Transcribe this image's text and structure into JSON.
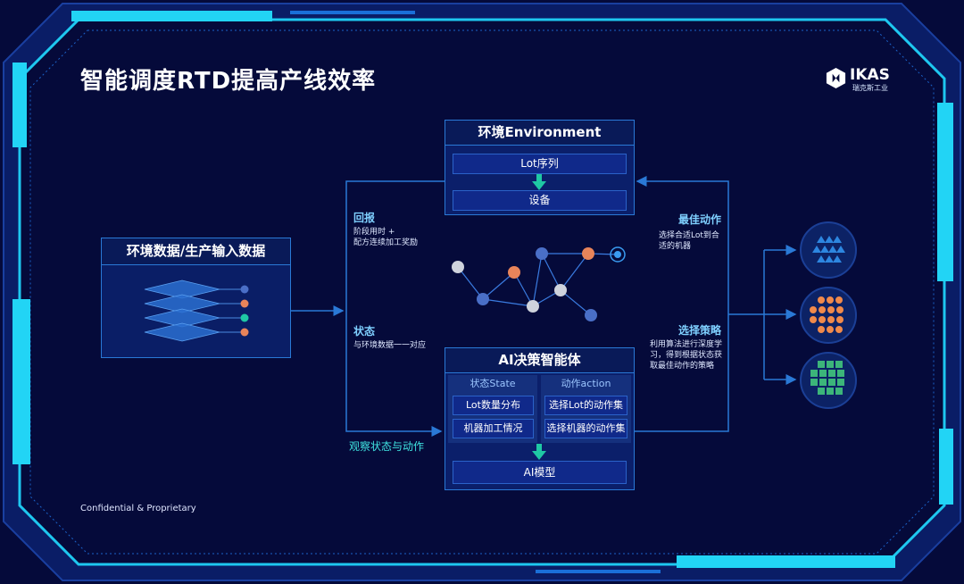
{
  "title": "智能调度RTD提高产线效率",
  "logo": {
    "name": "IKAS",
    "sub": "瑞克斯工业"
  },
  "footer": {
    "confidential": "Confidential & Proprietary"
  },
  "environment": {
    "title": "环境Environment",
    "lot_sequence": "Lot序列",
    "equipment": "设备"
  },
  "input_panel": {
    "title": "环境数据/生产输入数据"
  },
  "agent": {
    "title": "AI决策智能体",
    "state_header": "状态State",
    "action_header": "动作action",
    "state_items": [
      "Lot数量分布",
      "机器加工情况"
    ],
    "action_items": [
      "选择Lot的动作集",
      "选择机器的动作集"
    ],
    "model": "AI模型"
  },
  "labels": {
    "reward_title": "回报",
    "reward_desc_1": "阶段用时 +",
    "reward_desc_2": "配方连续加工奖励",
    "state_title": "状态",
    "state_desc": "与环境数据一一对应",
    "observe": "观察状态与动作",
    "best_action_title": "最佳动作",
    "best_action_desc_1": "选择合适Lot到合",
    "best_action_desc_2": "适的机器",
    "policy_title": "选择策略",
    "policy_desc_1": "利用算法进行深度学",
    "policy_desc_2": "习，得到根据状态获",
    "policy_desc_3": "取最佳动作的策略"
  },
  "colors": {
    "background": "#050a3a",
    "frame_cyan": "#1ec8f0",
    "box_border": "#2a79d6",
    "arrow_green": "#1fc8a4",
    "node_blue": "#4a6fc7",
    "node_orange": "#e8845a",
    "node_gray": "#cfd3dc",
    "icon_blue_triangles": "#2d86e0",
    "icon_orange_dots": "#f08a4b",
    "icon_green_squares": "#3cb57a"
  }
}
